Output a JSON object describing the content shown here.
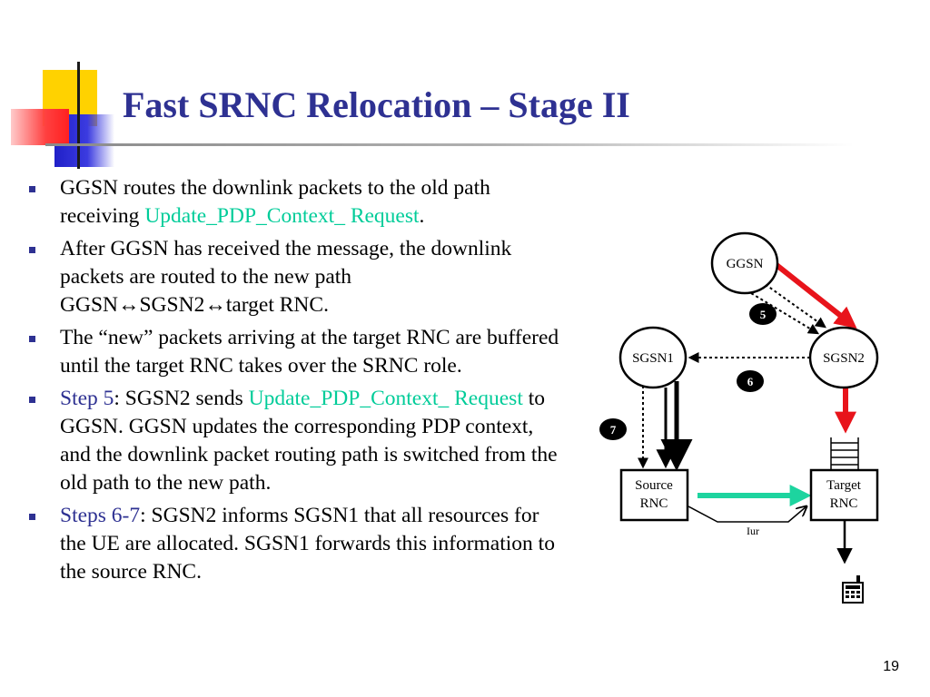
{
  "slide": {
    "title": "Fast SRNC Relocation – Stage II",
    "page_number": "19"
  },
  "bullets": [
    {
      "parts": [
        {
          "text": "GGSN routes the downlink packets to the old path receiving ",
          "style": "normal"
        },
        {
          "text": "Update_PDP_Context_ Request",
          "style": "green"
        },
        {
          "text": ".",
          "style": "normal"
        }
      ]
    },
    {
      "parts": [
        {
          "text": "After GGSN has received the message, the downlink packets are routed to the new path GGSN↔SGSN2↔target RNC.",
          "style": "normal"
        }
      ]
    },
    {
      "parts": [
        {
          "text": "The “new” packets arriving at the target RNC are buffered until the target RNC takes over the SRNC role.",
          "style": "normal"
        }
      ]
    },
    {
      "parts": [
        {
          "text": "Step 5",
          "style": "blue"
        },
        {
          "text": ": SGSN2 sends ",
          "style": "normal"
        },
        {
          "text": "Update_PDP_Context_ Request",
          "style": "green"
        },
        {
          "text": "  to GGSN. GGSN updates the corresponding PDP context, and the downlink packet routing path is switched from the old path to the new path.",
          "style": "normal"
        }
      ]
    },
    {
      "parts": [
        {
          "text": "Steps 6-7",
          "style": "blue"
        },
        {
          "text": ": SGSN2 informs SGSN1 that all resources for the UE are allocated. SGSN1 forwards this information to the source RNC.",
          "style": "normal"
        }
      ]
    }
  ],
  "diagram": {
    "nodes": {
      "ggsn": "GGSN",
      "sgsn1": "SGSN1",
      "sgsn2": "SGSN2",
      "source_rnc_line1": "Source",
      "source_rnc_line2": "RNC",
      "target_rnc_line1": "Target",
      "target_rnc_line2": "RNC"
    },
    "steps": {
      "step5": "5",
      "step6": "6",
      "step7": "7"
    },
    "link_label_iur": "Iur",
    "ue_icon": "mobile-phone-icon"
  },
  "colors": {
    "title": "#2e3192",
    "highlight": "#00cc99",
    "step_text": "#2e3192",
    "new_path_arrow": "#e8141b",
    "forwarding_arrow": "#1dd49f"
  }
}
